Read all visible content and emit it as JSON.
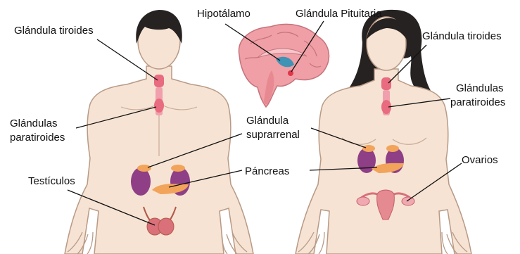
{
  "labels": {
    "male_thyroid": "Glándula tiroides",
    "male_parathyroid_line1": "Glándulas",
    "male_parathyroid_line2": "paratiroides",
    "testes": "Testículos",
    "hypothalamus": "Hipotálamo",
    "pituitary": "Glándula Pituitaria",
    "adrenal_line1": "Glándula",
    "adrenal_line2": "suprarrenal",
    "pancreas": "Páncreas",
    "female_thyroid": "Glándula tiroides",
    "female_parathyroid_line1": "Glándulas",
    "female_parathyroid_line2": "paratiroides",
    "ovaries": "Ovarios"
  },
  "colors": {
    "skin": "#f6e3d3",
    "skin_outline": "#b89a86",
    "hair": "#262222",
    "gland": "#e86b7f",
    "kidney": "#8e3f86",
    "adrenal_pancreas": "#f2a45a",
    "brain": "#ef9fa5",
    "hypothalamus": "#3f93b5",
    "leader_line": "#111111"
  }
}
